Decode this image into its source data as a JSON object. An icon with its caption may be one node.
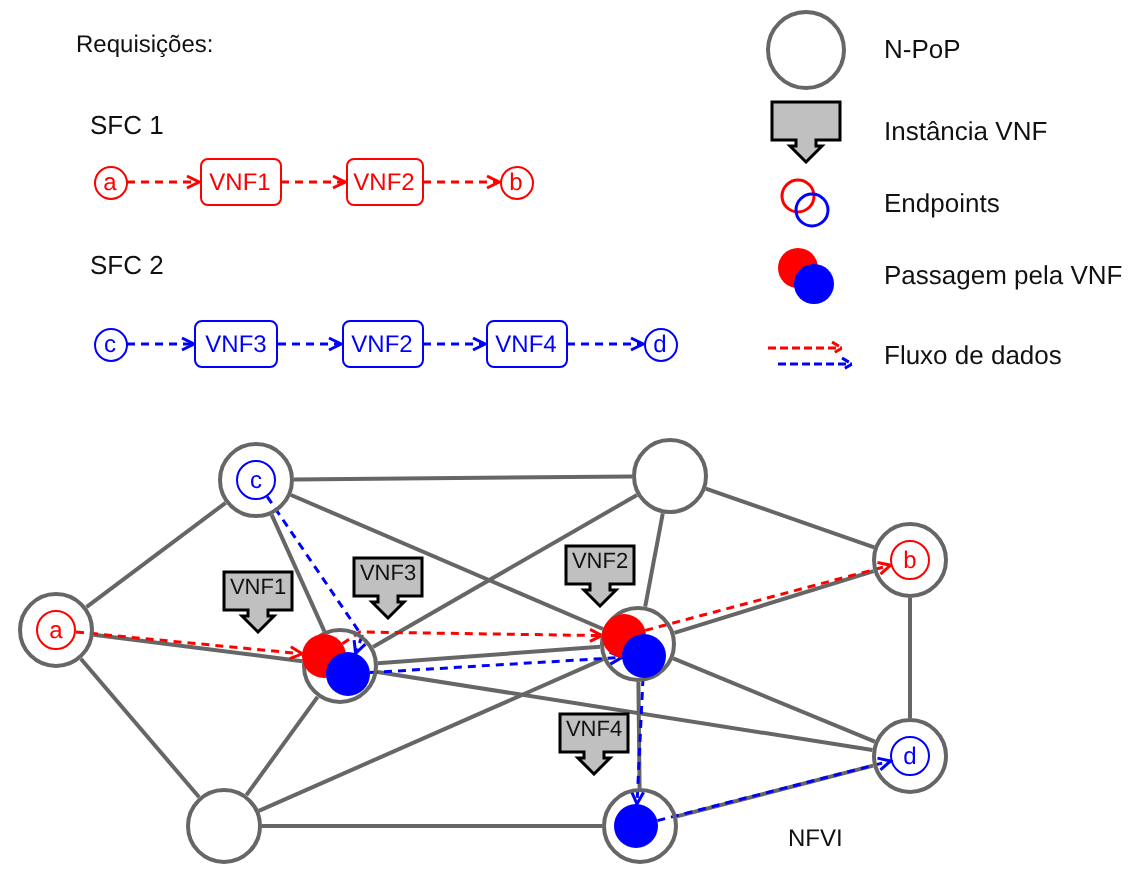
{
  "diagram": {
    "nodes": [
      {
        "text": [
          "a"
        ]
      },
      {
        "text": [
          "VNF1"
        ]
      },
      {
        "text": [
          "VNF2"
        ]
      },
      {
        "text": [
          "b"
        ]
      },
      {
        "text": [
          "c"
        ]
      },
      {
        "text": [
          "VNF3"
        ]
      },
      {
        "text": [
          "VNF2"
        ]
      },
      {
        "text": [
          "VNF4"
        ]
      },
      {
        "text": [
          "d"
        ]
      },
      {
        "text": [],
        "shape": "circle"
      },
      {
        "text": [
          "a"
        ],
        "in": 9
      },
      {
        "text": [],
        "shape": "circle"
      },
      {
        "text": [
          "c"
        ],
        "in": 11
      },
      {
        "text": [],
        "shape": "circle"
      },
      {
        "text": [],
        "shape": "circle"
      },
      {
        "text": [],
        "shape": "circle",
        "in": 14
      },
      {
        "text": [],
        "shape": "circle",
        "in": 14
      },
      {
        "text": [],
        "shape": "circle"
      },
      {
        "text": [],
        "shape": "circle",
        "in": 17
      },
      {
        "text": [],
        "shape": "circle",
        "in": 17
      },
      {
        "text": [],
        "shape": "circle"
      },
      {
        "text": [
          "b"
        ],
        "in": 20
      },
      {
        "text": [],
        "shape": "circle"
      },
      {
        "text": [
          "d"
        ],
        "in": 22
      },
      {
        "text": [],
        "shape": "circle"
      },
      {
        "text": [],
        "shape": "circle"
      },
      {
        "text": [],
        "shape": "circle",
        "in": 25
      },
      {
        "text": [
          "VNF2"
        ]
      },
      {
        "text": [
          "VNF1"
        ]
      },
      {
        "text": [
          "VNF3"
        ]
      },
      {
        "text": [
          "VNF4"
        ]
      }
    ],
    "edges": [
      {
        "from": 0,
        "to": 1,
        "arrow": "to",
        "style": "dashed",
        "color": "#ff0000"
      },
      {
        "from": 1,
        "to": 2,
        "arrow": "to",
        "style": "dashed",
        "color": "#ff0000"
      },
      {
        "from": 2,
        "to": 3,
        "arrow": "to",
        "style": "dashed",
        "color": "#ff0000"
      },
      {
        "from": 4,
        "to": 5,
        "arrow": "to",
        "style": "dashed",
        "color": "#0000ff"
      },
      {
        "from": 5,
        "to": 6,
        "arrow": "to",
        "style": "dashed",
        "color": "#0000ff"
      },
      {
        "from": 6,
        "to": 7,
        "arrow": "to",
        "style": "dashed",
        "color": "#0000ff"
      },
      {
        "from": 7,
        "to": 8,
        "arrow": "to",
        "style": "dashed",
        "color": "#0000ff"
      },
      {
        "from": 9,
        "to": 11,
        "arrow": "none"
      },
      {
        "from": 9,
        "to": 14,
        "arrow": "none"
      },
      {
        "from": 9,
        "to": 24,
        "arrow": "none"
      },
      {
        "from": 11,
        "to": 13,
        "arrow": "none"
      },
      {
        "from": 11,
        "to": 14,
        "arrow": "none"
      },
      {
        "from": 11,
        "to": 17,
        "arrow": "none"
      },
      {
        "from": 13,
        "to": 14,
        "arrow": "none"
      },
      {
        "from": 13,
        "to": 17,
        "arrow": "none"
      },
      {
        "from": 13,
        "to": 20,
        "arrow": "none"
      },
      {
        "from": 14,
        "to": 17,
        "arrow": "none"
      },
      {
        "from": 14,
        "to": 22,
        "arrow": "none"
      },
      {
        "from": 14,
        "to": 24,
        "arrow": "none"
      },
      {
        "from": 17,
        "to": 20,
        "arrow": "none"
      },
      {
        "from": 17,
        "to": 22,
        "arrow": "none"
      },
      {
        "from": 17,
        "to": 25,
        "arrow": "none"
      },
      {
        "from": 24,
        "to": 17,
        "arrow": "none"
      },
      {
        "from": 20,
        "to": 22,
        "arrow": "none"
      },
      {
        "from": 25,
        "to": 22,
        "arrow": "none"
      },
      {
        "from": 24,
        "to": 25,
        "arrow": "none"
      },
      {
        "from": 10,
        "to": 15,
        "arrow": "to",
        "style": "dashed",
        "color": "#ff0000"
      },
      {
        "from": 15,
        "to": 18,
        "arrow": "to",
        "style": "dashed",
        "color": "#ff0000"
      },
      {
        "from": 18,
        "to": 21,
        "arrow": "to",
        "style": "dashed",
        "color": "#ff0000"
      },
      {
        "from": 12,
        "to": 16,
        "arrow": "to",
        "style": "dashed",
        "color": "#0000ff"
      },
      {
        "from": 16,
        "to": 19,
        "arrow": "to",
        "style": "dashed",
        "color": "#0000ff"
      },
      {
        "from": 19,
        "to": 26,
        "arrow": "to",
        "style": "dashed",
        "color": "#0000ff"
      },
      {
        "from": 26,
        "to": 23,
        "arrow": "to",
        "style": "dashed",
        "color": "#0000ff"
      }
    ],
    "labels": [
      "Requisições:",
      "SFC 1",
      "SFC 2",
      "NFVI"
    ],
    "legend": [
      {
        "text": "N-PoP"
      },
      {
        "text": "Instância VNF"
      },
      {
        "text": "Endpoints"
      },
      {
        "text": "Passagem pela VNF"
      },
      {
        "text": "Fluxo de dados"
      }
    ]
  }
}
